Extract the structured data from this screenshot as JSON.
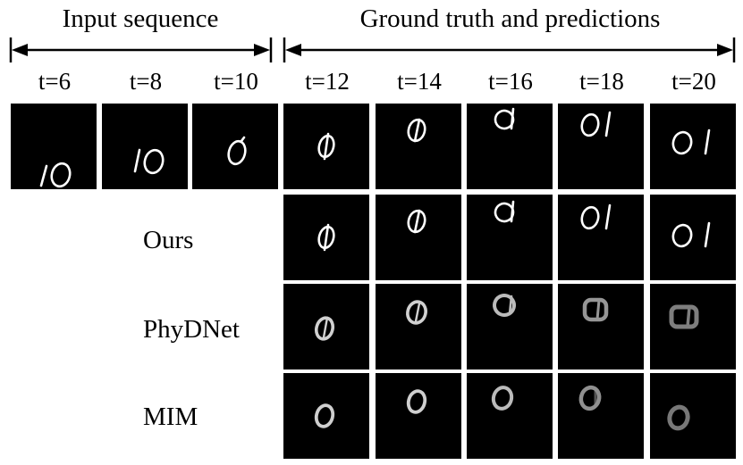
{
  "header": {
    "input_sequence": "Input sequence",
    "ground_truth": "Ground truth and predictions"
  },
  "time_labels": [
    "t=6",
    "t=8",
    "t=10",
    "t=12",
    "t=14",
    "t=16",
    "t=18",
    "t=20"
  ],
  "row_labels": {
    "ours": "Ours",
    "phydnet": "PhyDNet",
    "mim": "MIM"
  },
  "colors": {
    "background": "#ffffff",
    "frame": "#000000",
    "digit": "#ffffff"
  }
}
